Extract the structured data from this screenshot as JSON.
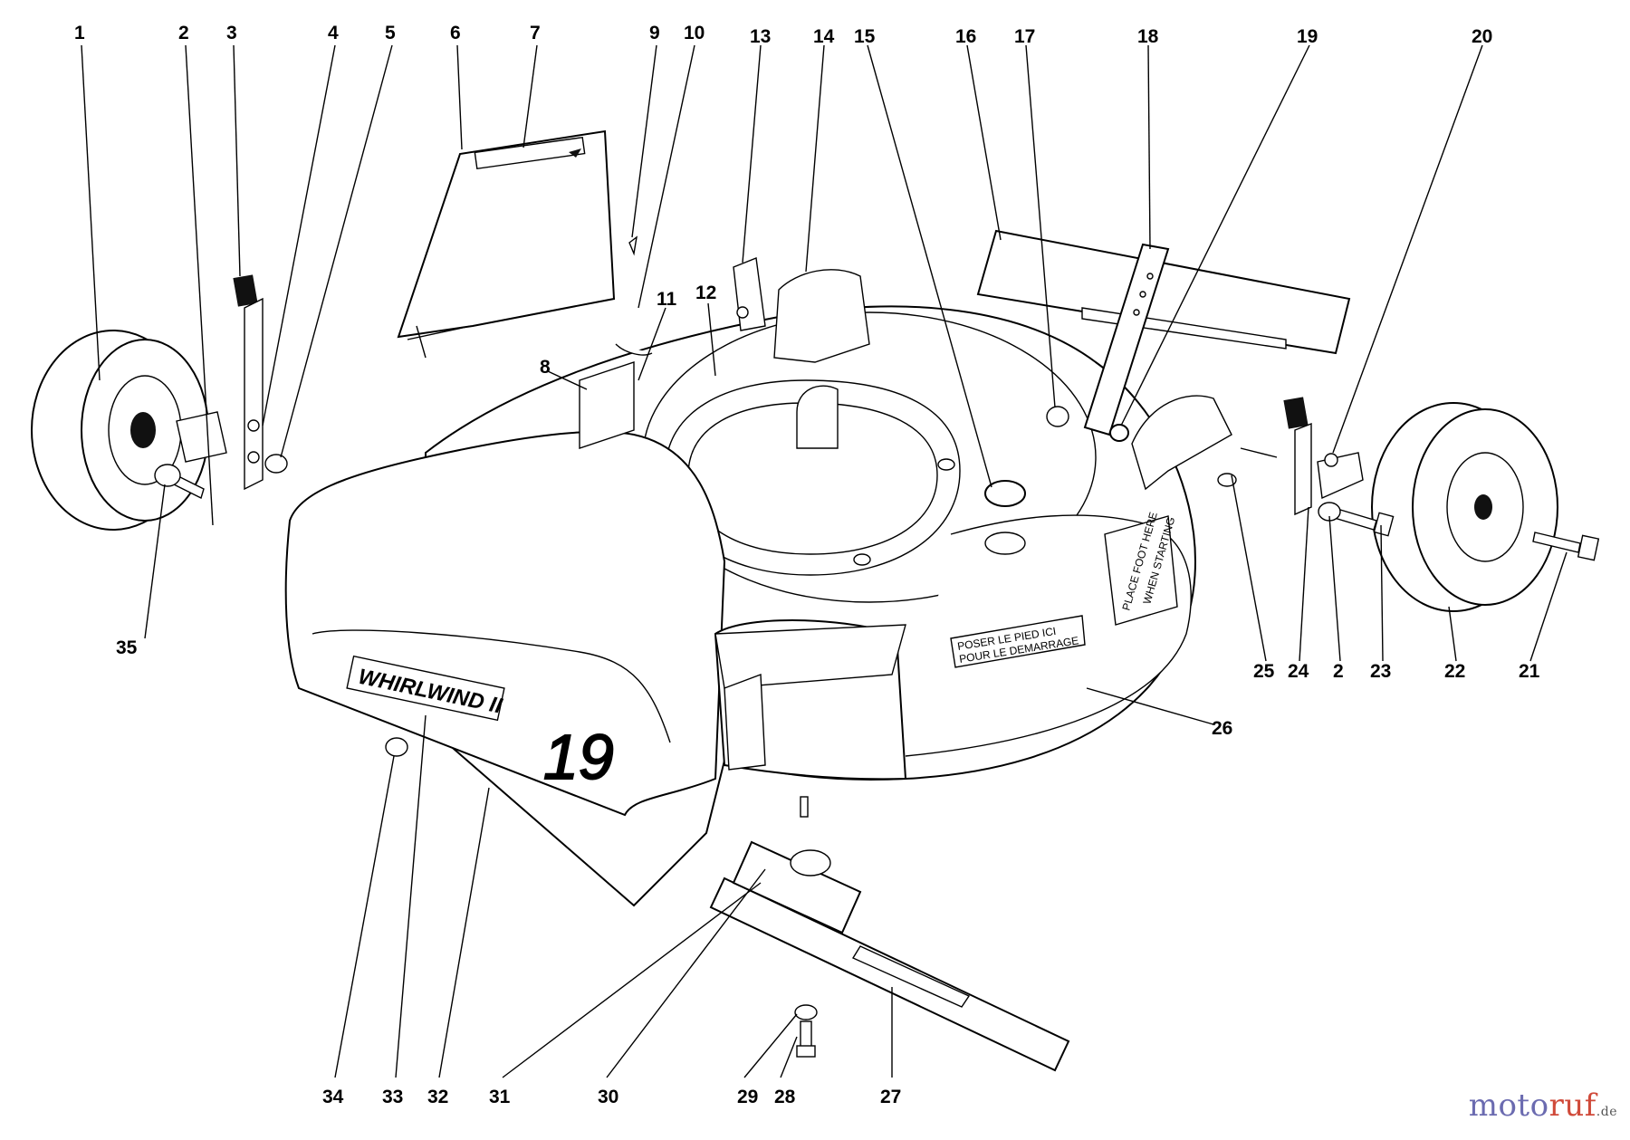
{
  "callouts": [
    {
      "id": "1",
      "label": "1"
    },
    {
      "id": "2",
      "label": "2"
    },
    {
      "id": "3",
      "label": "3"
    },
    {
      "id": "4",
      "label": "4"
    },
    {
      "id": "5",
      "label": "5"
    },
    {
      "id": "6",
      "label": "6"
    },
    {
      "id": "7",
      "label": "7"
    },
    {
      "id": "8",
      "label": "8"
    },
    {
      "id": "9",
      "label": "9"
    },
    {
      "id": "10",
      "label": "10"
    },
    {
      "id": "11",
      "label": "11"
    },
    {
      "id": "12",
      "label": "12"
    },
    {
      "id": "13",
      "label": "13"
    },
    {
      "id": "14",
      "label": "14"
    },
    {
      "id": "15",
      "label": "15"
    },
    {
      "id": "16",
      "label": "16"
    },
    {
      "id": "17",
      "label": "17"
    },
    {
      "id": "18",
      "label": "18"
    },
    {
      "id": "19",
      "label": "19"
    },
    {
      "id": "20",
      "label": "20"
    },
    {
      "id": "21",
      "label": "21"
    },
    {
      "id": "22",
      "label": "22"
    },
    {
      "id": "23",
      "label": "23"
    },
    {
      "id": "24",
      "label": "24"
    },
    {
      "id": "2b",
      "label": "2"
    },
    {
      "id": "25",
      "label": "25"
    },
    {
      "id": "26",
      "label": "26"
    },
    {
      "id": "27",
      "label": "27"
    },
    {
      "id": "28",
      "label": "28"
    },
    {
      "id": "29",
      "label": "29"
    },
    {
      "id": "30",
      "label": "30"
    },
    {
      "id": "31",
      "label": "31"
    },
    {
      "id": "32",
      "label": "32"
    },
    {
      "id": "33",
      "label": "33"
    },
    {
      "id": "34",
      "label": "34"
    },
    {
      "id": "35",
      "label": "35"
    }
  ],
  "decals": {
    "model_name": "WHIRLWIND II",
    "model_size": "19",
    "foot_en_1": "PLACE FOOT HERE",
    "foot_en_2": "WHEN STARTING",
    "foot_fr_1": "POSER LE PIED ICI",
    "foot_fr_2": "POUR LE DEMARRAGE"
  },
  "watermark": {
    "part1": "moto",
    "part2": "ruf",
    "part3": ".de"
  }
}
